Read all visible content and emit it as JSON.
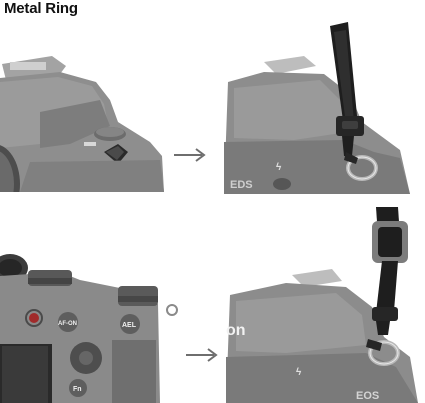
{
  "title": "Metal Ring",
  "colors": {
    "camera_body": "#8c8c8c",
    "camera_dark": "#5f5f5f",
    "strap": "#1e1e1e",
    "metal": "#b9b9b9",
    "arrow": "#6e6e6e"
  },
  "panels": {
    "top_right": {
      "lens_mark": "EDS"
    },
    "bottom_left": {
      "buttons": [
        "AF-ON",
        "AEL",
        "Fn"
      ]
    },
    "bottom_right": {
      "brand_fragment": "on",
      "lens_mark": "EOS"
    }
  }
}
